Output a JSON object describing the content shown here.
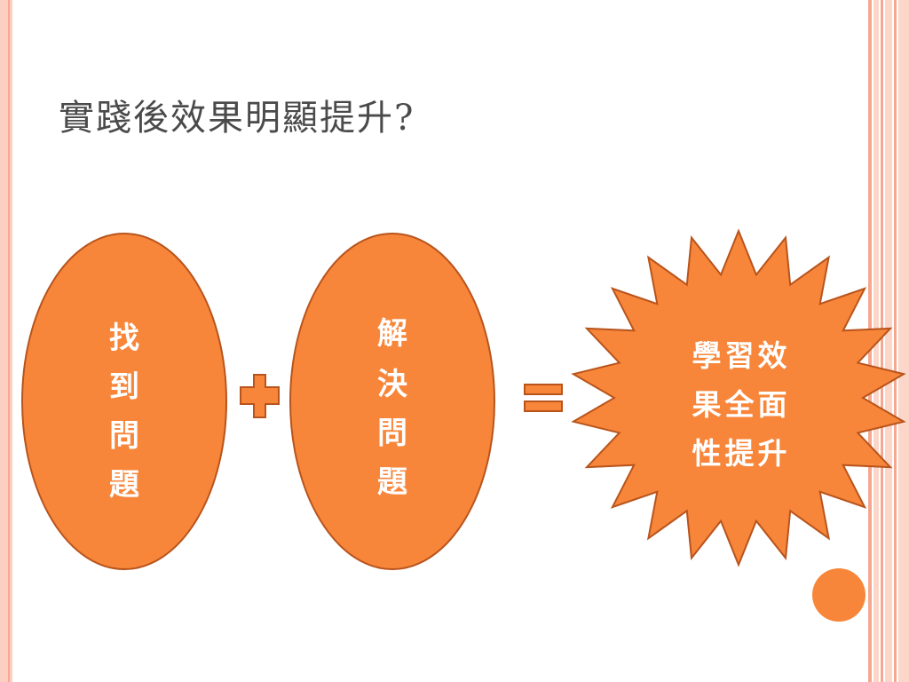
{
  "slide": {
    "title": "實踐後效果明顯提升?"
  },
  "diagram": {
    "oval1": {
      "lines": [
        "找",
        "到",
        "問",
        "題"
      ]
    },
    "operator1": "plus",
    "oval2": {
      "lines": [
        "解",
        "決",
        "問",
        "題"
      ]
    },
    "operator2": "equals",
    "starburst": {
      "lines": [
        "學習效",
        "果全面",
        "性提升"
      ]
    }
  },
  "colors": {
    "shape_fill": "#f7863a",
    "shape_stroke": "#b8541c",
    "title": "#4a4a4a",
    "accent_circle": "#f7863a",
    "stripe_light": "#fcd6c9",
    "stripe_dark": "#f6a88f"
  }
}
